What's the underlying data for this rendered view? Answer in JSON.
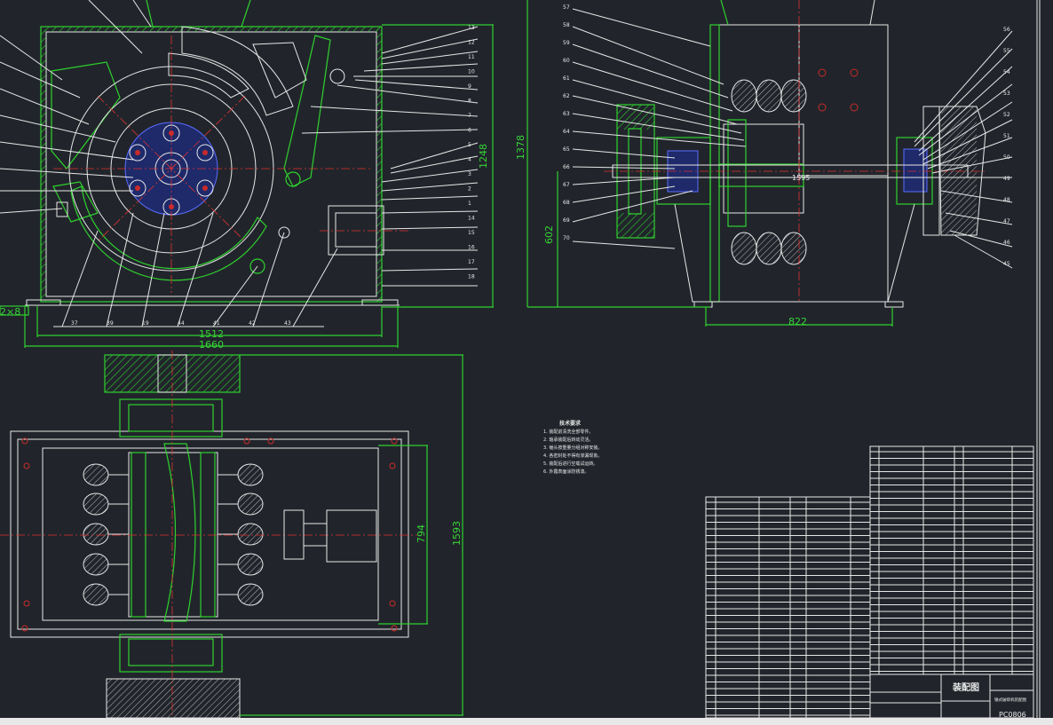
{
  "drawing": {
    "title": "装配图",
    "drawing_no": "PC0806",
    "subtitle": "锤式破碎机装配图"
  },
  "dimensions": {
    "front_height": "1248",
    "front_width_inner": "1512",
    "front_width_outer": "1660",
    "front_bolt": "2×8",
    "side_height": "1378",
    "side_axis_height": "602",
    "side_width": "822",
    "top_width": "794",
    "top_length": "1593",
    "shaft_label": "1595"
  },
  "notes": {
    "title": "技术要求",
    "lines": [
      "1. 装配前清洗全部零件。",
      "2. 轴承装配后转动灵活。",
      "3. 锤头按重量分组对称安装。",
      "4. 各密封处不得有渗漏现象。",
      "5. 装配后进行空载试运转。",
      "6. 外露表面涂防锈漆。"
    ]
  },
  "balloons_front_right": [
    "13",
    "12",
    "11",
    "10",
    "9",
    "8",
    "7",
    "6",
    "5",
    "4",
    "3",
    "2",
    "1",
    "14",
    "15",
    "16",
    "17",
    "18"
  ],
  "balloons_front_bottom": [
    "37",
    "39",
    "19",
    "44",
    "41",
    "42",
    "43"
  ],
  "balloons_side_left": [
    "57",
    "58",
    "59",
    "60",
    "61",
    "62",
    "63",
    "64",
    "65",
    "66",
    "67",
    "68",
    "69",
    "70"
  ],
  "balloons_side_right": [
    "56",
    "55",
    "54",
    "53",
    "52",
    "51",
    "50",
    "49",
    "48",
    "47",
    "46",
    "45"
  ]
}
